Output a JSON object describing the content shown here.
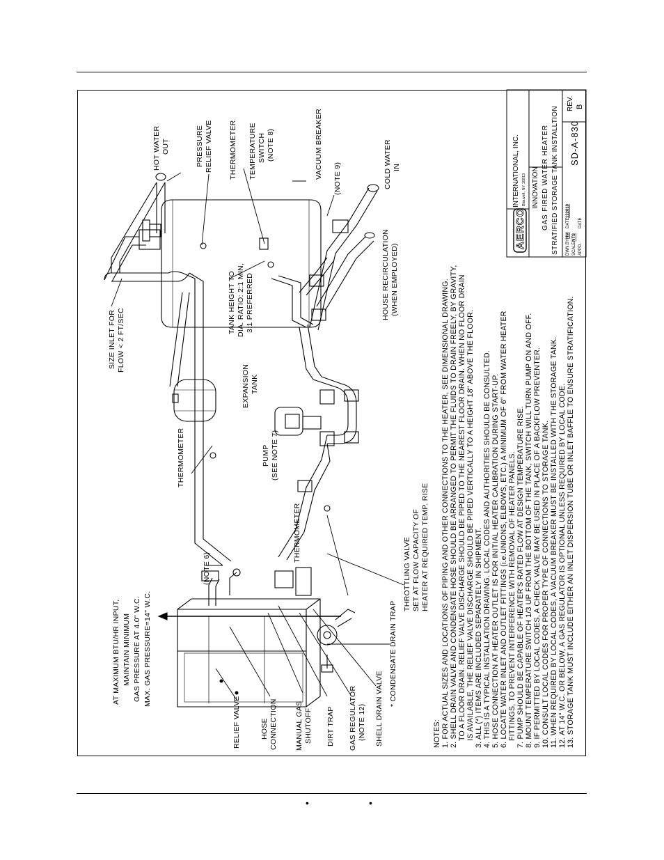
{
  "drawing": {
    "labels": {
      "gas_input_1": "AT MAXIMUM BTU/HR INPUT,",
      "gas_input_2": "MAINTAIN MINIMUM",
      "gas_input_3": "GAS PRESSURE AT 4.0\" W.C.",
      "gas_input_4": "MAX. GAS PRESSURE=14\" W.C.",
      "relief_valve": "RELIEF VALVE",
      "hose_connection_1": "HOSE",
      "hose_connection_2": "CONNECTION",
      "manual_gas_1": "MANUAL GAS",
      "manual_gas_2": "SHUTOFF",
      "dirt_trap": "DIRT TRAP",
      "gas_regulator_1": "GAS REGULATOR",
      "gas_regulator_2": "(NOTE 12)",
      "shell_drain": "SHELL DRAIN VALVE",
      "condensate_trap": "* CONDENSATE DRAIN TRAP",
      "note6": "(NOTE 6)",
      "throttling_1": "THROTTLING VALVE",
      "throttling_2": "SET AT FLOW CAPACITY OF",
      "throttling_3": "HEATER AT REQUIRED TEMP. RISE",
      "thermometer_a": "THERMOMETER",
      "thermometer_b": "THERMOMETER",
      "thermometer_c": "THERMOMETER",
      "pump_1": "PUMP",
      "pump_2": "(SEE NOTE 7)",
      "expansion_1": "EXPANSION",
      "expansion_2": "TANK",
      "size_inlet_1": "SIZE INLET FOR",
      "size_inlet_2": "FLOW < 2 FT/SEC",
      "tank_height_1": "TANK HEIGHT TO",
      "tank_height_2": "DIA. RATIO: 2:1 MIN,",
      "tank_height_3": "3:1 PREFERRED",
      "house_recirc_1": "HOUSE RECIRCULATION",
      "house_recirc_2": "(WHEN EMPLOYED)",
      "note9": "(NOTE 9)",
      "cold_water_1": "COLD WATER",
      "cold_water_2": "IN",
      "vacuum_breaker": "VACUUM BREAKER",
      "temp_switch_1": "TEMPERATURE",
      "temp_switch_2": "SWITCH",
      "temp_switch_3": "(NOTE 8)",
      "pressure_relief_1": "PRESSURE",
      "pressure_relief_2": "RELIEF VALVE",
      "hot_water_1": "HOT WATER",
      "hot_water_2": "OUT"
    },
    "notes_header": "NOTES:",
    "notes": [
      "1. FOR ACTUAL SIZES AND LOCATIONS OF PIPING AND OTHER CONNECTIONS TO THE HEATER, SEE DIMENSIONAL DRAWING.",
      "2. SHELL DRAIN VALVE AND CONDENSATE HOSE SHOULD BE ARRANGED TO PERMIT THE FLUIDS TO DRAIN FREELY, BY GRAVITY,",
      "    TO A FLOOR DRAIN. RELIEF VALVE DISCHARGE SHOULD BE PIPED TO THE NEAREST FLOOR DRAIN. WHEN NO FLOOR DRAIN",
      "    IS AVAILABLE, THE RELIEF VALVE DISCHARGE SHOULD BE PIPED VERTICALLY TO A HEIGHT 18\" ABOVE THE FLOOR.",
      "3. ALL (*) ITEMS ARE INCLUDED SEPARATELY IN SHIPMENT.",
      "4. THIS IS A TYPICAL INSTALLATION DRAWING. LOCAL CODES AND AUTHORITIES SHOULD BE CONSULTED.",
      "5. HOSE CONNECTION AT HEATER OUTLET IS FOR INITIAL HEATER CALIBRATION DURING START-UP.",
      "6. LOCATE WATER INLET AND OUTLET FITTINGS (i.e.UNIONS, ELBOWS, ETC.) A MINIMUM OF 6\" FROM WATER HEATER",
      "    FITTINGS, TO PREVENT INTERFERENCE WITH REMOVAL OF HEATER PANELS.",
      "7. PUMP SHOULD BE CAPABLE OF HEATER'S RATED FLOW AT DESIGN TEMPERATURE RISE.",
      "8. MOUNT TEMPERATURE SWITCH 1/3 UP FROM THE BOTTOM OF THE TANK, SWITCH WILL TURN PUMP ON AND OFF.",
      "9. IF PERMITTED BY LOCAL CODES, A CHECK VALVE MAY BE USED IN PLACE OF A BACKFLOW PREVENTER.",
      "10. CONSULT LOCAL CODES FOR PROPER TYPE OF CONNECTIONS TO STORAGE TANK.",
      "11. WHEN REQUIRED BY LOCAL CODES, A VACUUM BREAKER MUST BE INSTALLED WITH THE STORAGE TANK.",
      "12. AT 14\" W.C. OR BELOW, A GAS REGULATOR IS OPTIONAL UNLESS REQUIRED BY LOCAL CODE.",
      "13. STORAGE TANK MUST INCLUDE EITHER AN INLET DISPERSION TUBE OR INLET BAFFLE TO ENSURE STRATIFICATION."
    ],
    "title_block": {
      "logo": "AERCO",
      "company": "INTERNATIONAL, INC.",
      "address": "Blauvelt, NY 10913",
      "title_1": "INNOVATION",
      "title_2": "GAS FIRED WATER HEATER",
      "title_3": "STRATIFIED STORAGE TANK INSTALLTION",
      "dwn_by_label": "DWN.BY",
      "dwn_by_value": "HM",
      "date_label": "DATE",
      "date_value": "122010",
      "scale_label": "SCALE",
      "scale_value": "NTS",
      "appd_label": "APPD.",
      "appd_date_label": "DATE",
      "drawing_no": "SD-A-830",
      "rev_label": "REV.",
      "rev_value": "B"
    }
  },
  "footer": {
    "bullet_1": "•",
    "bullet_2": "•"
  }
}
